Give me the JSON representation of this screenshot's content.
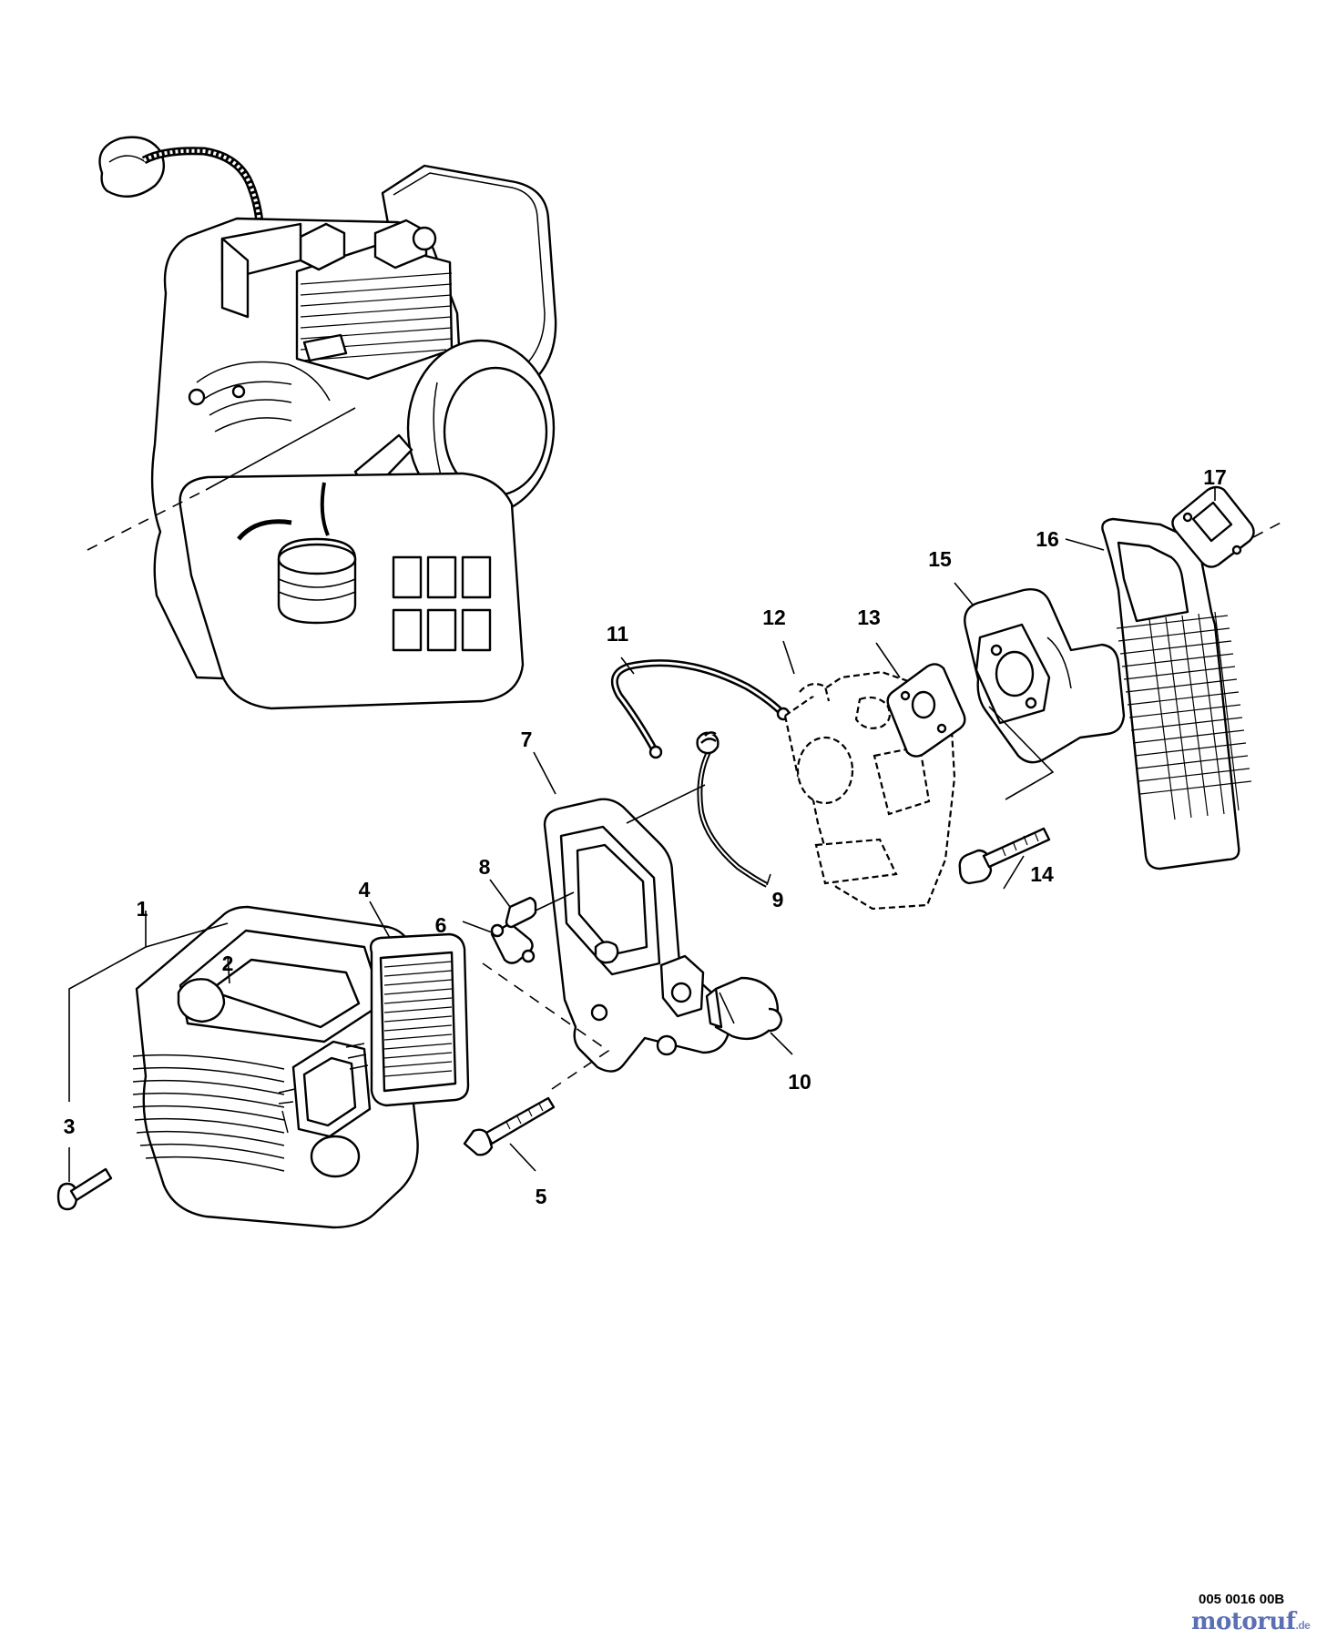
{
  "callouts": [
    {
      "id": "1",
      "label": "1"
    },
    {
      "id": "2",
      "label": "2"
    },
    {
      "id": "3",
      "label": "3"
    },
    {
      "id": "4",
      "label": "4"
    },
    {
      "id": "5",
      "label": "5"
    },
    {
      "id": "6",
      "label": "6"
    },
    {
      "id": "7",
      "label": "7"
    },
    {
      "id": "8",
      "label": "8"
    },
    {
      "id": "9",
      "label": "9"
    },
    {
      "id": "10",
      "label": "10"
    },
    {
      "id": "11",
      "label": "11"
    },
    {
      "id": "12",
      "label": "12"
    },
    {
      "id": "13",
      "label": "13"
    },
    {
      "id": "14",
      "label": "14"
    },
    {
      "id": "15",
      "label": "15"
    },
    {
      "id": "16",
      "label": "16"
    },
    {
      "id": "17",
      "label": "17"
    }
  ],
  "diagram_code": "005 0016 00B",
  "watermark": {
    "name": "motoruf",
    "tld": ".de"
  }
}
